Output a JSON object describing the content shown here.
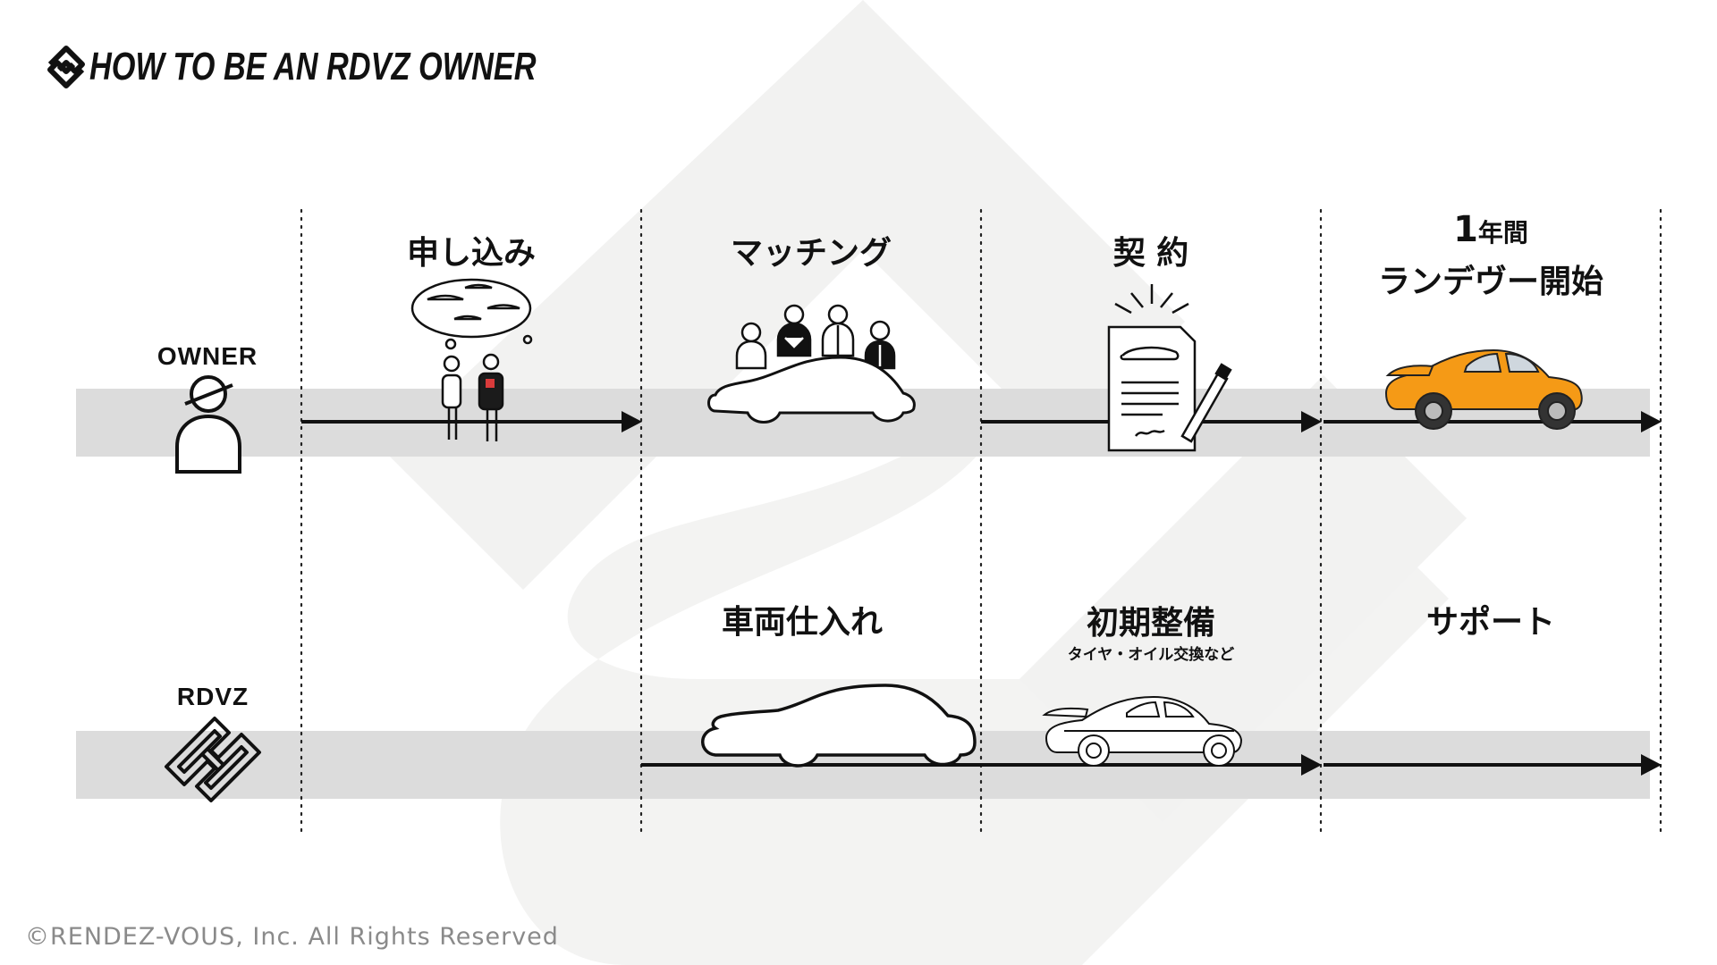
{
  "header": {
    "title": "HOW TO BE AN RDVZ OWNER"
  },
  "lanes": {
    "owner": {
      "label": "OWNER"
    },
    "rdvz": {
      "label": "RDVZ"
    }
  },
  "owner_steps": [
    {
      "label": "申し込み"
    },
    {
      "label": "マッチング"
    },
    {
      "label": "契 約"
    },
    {
      "label_num": "1",
      "label_unit": "年間",
      "label_line2": "ランデヴー開始"
    }
  ],
  "rdvz_steps": [
    {
      "label": "車両仕入れ"
    },
    {
      "label": "初期整備",
      "sub": "タイヤ・オイル交換など"
    },
    {
      "label": "サポート"
    }
  ],
  "colors": {
    "lane_band": "#dcdcdc",
    "background_watermark": "#f2f2f1",
    "accent_car": "#f59a16",
    "line": "#111111"
  },
  "footer": {
    "copyright": "©RENDEZ-VOUS, Inc. All Rights Reserved"
  }
}
